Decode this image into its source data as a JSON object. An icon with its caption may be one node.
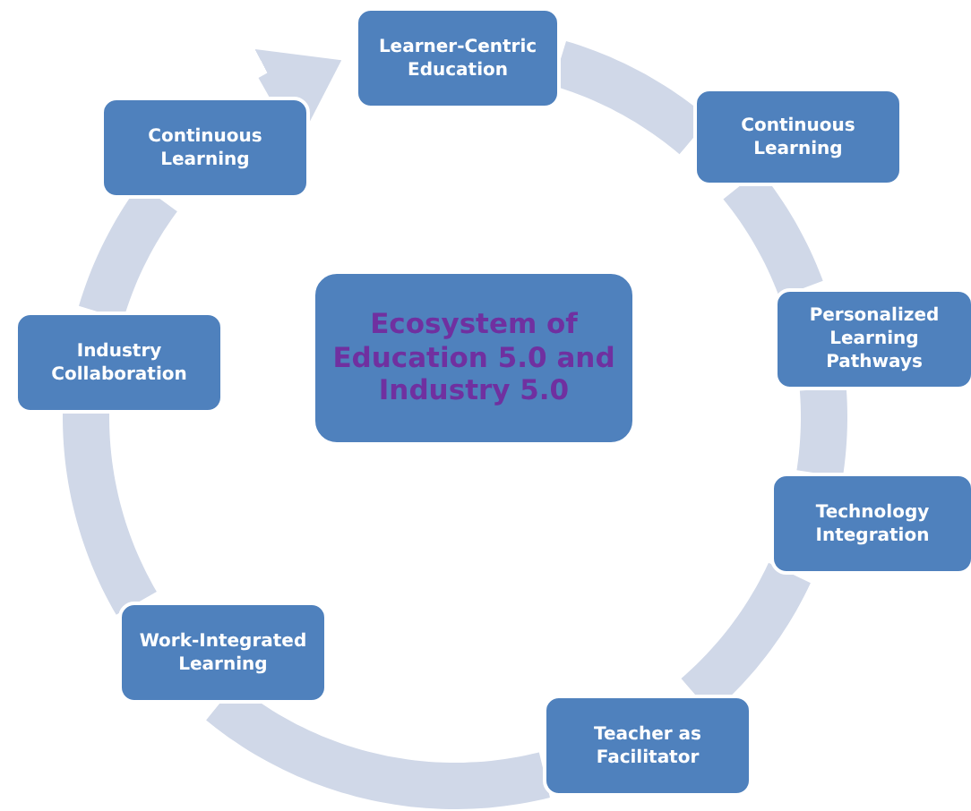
{
  "diagram": {
    "nodes": [
      {
        "text": [
          "Learner-Centric Education"
        ]
      },
      {
        "text": [
          "Continuous Learning"
        ]
      },
      {
        "text": [
          "Personalized Learning Pathways"
        ]
      },
      {
        "text": [
          "Technology Integration"
        ]
      },
      {
        "text": [
          "Teacher as Facilitator"
        ]
      },
      {
        "text": [
          "Work-Integrated Learning"
        ]
      },
      {
        "text": [
          "Industry Collaboration"
        ]
      },
      {
        "text": [
          "Continuous Learning"
        ]
      },
      {
        "text": [
          "Ecosystem of Education 5.0 and Industry 5.0"
        ]
      }
    ],
    "edges": [
      {
        "from": 0,
        "to": 1,
        "arrow": "none"
      },
      {
        "from": 1,
        "to": 2,
        "arrow": "none"
      },
      {
        "from": 2,
        "to": 3,
        "arrow": "none"
      },
      {
        "from": 3,
        "to": 4,
        "arrow": "none"
      },
      {
        "from": 4,
        "to": 5,
        "arrow": "none"
      },
      {
        "from": 5,
        "to": 6,
        "arrow": "none"
      },
      {
        "from": 6,
        "to": 7,
        "arrow": "none"
      },
      {
        "from": 7,
        "to": 0,
        "arrow": "to"
      }
    ]
  }
}
